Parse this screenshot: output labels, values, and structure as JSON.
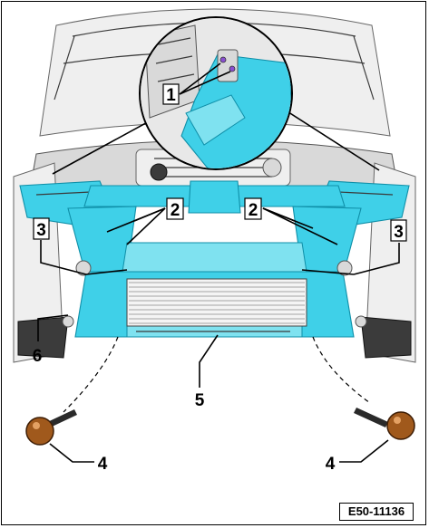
{
  "figure_id": "E50-11136",
  "callouts": {
    "c1": "1",
    "c2a": "2",
    "c2b": "2",
    "c3a": "3",
    "c3b": "3",
    "c4a": "4",
    "c4b": "4",
    "c5": "5",
    "c6": "6"
  },
  "colors": {
    "highlight": "#3fd0e8",
    "bolt_head": "#a0591c",
    "line": "#000000"
  }
}
